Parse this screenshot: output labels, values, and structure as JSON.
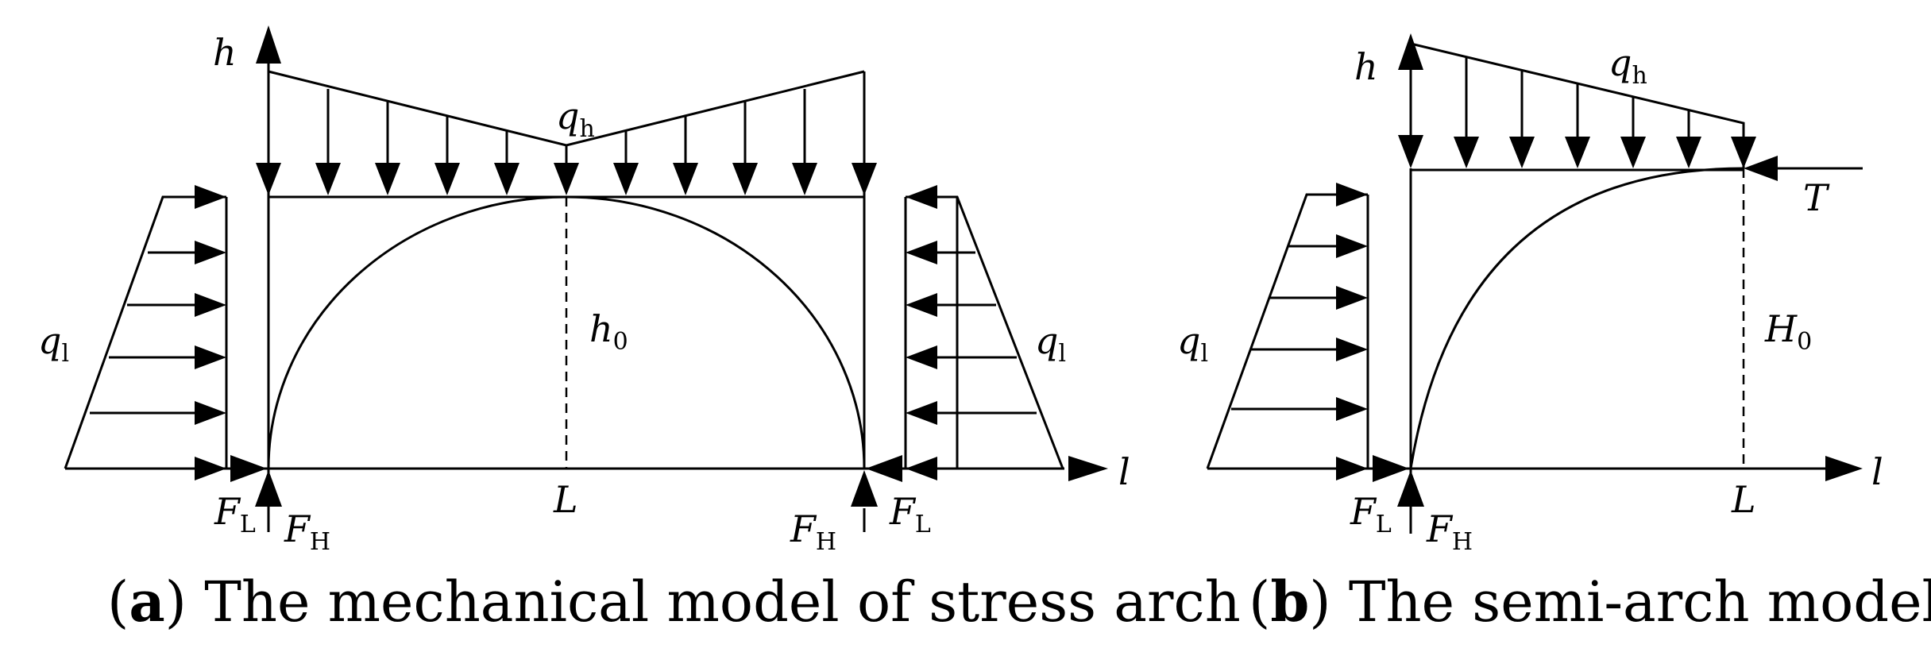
{
  "panel_a": {
    "labels": {
      "h": "h",
      "qh": "q",
      "qh_sub": "h",
      "ql_left": "q",
      "ql_left_sub": "l",
      "ql_right": "q",
      "ql_right_sub": "l",
      "h0": "h",
      "h0_sub": "0",
      "L": "L",
      "l": "l",
      "FL_left": "F",
      "FL_left_sub": "L",
      "FH_left": "F",
      "FH_left_sub": "H",
      "FH_right": "F",
      "FH_right_sub": "H",
      "FL_right": "F",
      "FL_right_sub": "L"
    },
    "caption": {
      "letter": "a",
      "text": "The mechanical model of stress arch"
    }
  },
  "panel_b": {
    "labels": {
      "h": "h",
      "qh": "q",
      "qh_sub": "h",
      "T": "T",
      "ql": "q",
      "ql_sub": "l",
      "H0": "H",
      "H0_sub": "0",
      "L": "L",
      "l": "l",
      "FL": "F",
      "FL_sub": "L",
      "FH": "F",
      "FH_sub": "H"
    },
    "caption": {
      "letter": "b",
      "text": "The semi-arch model"
    }
  }
}
